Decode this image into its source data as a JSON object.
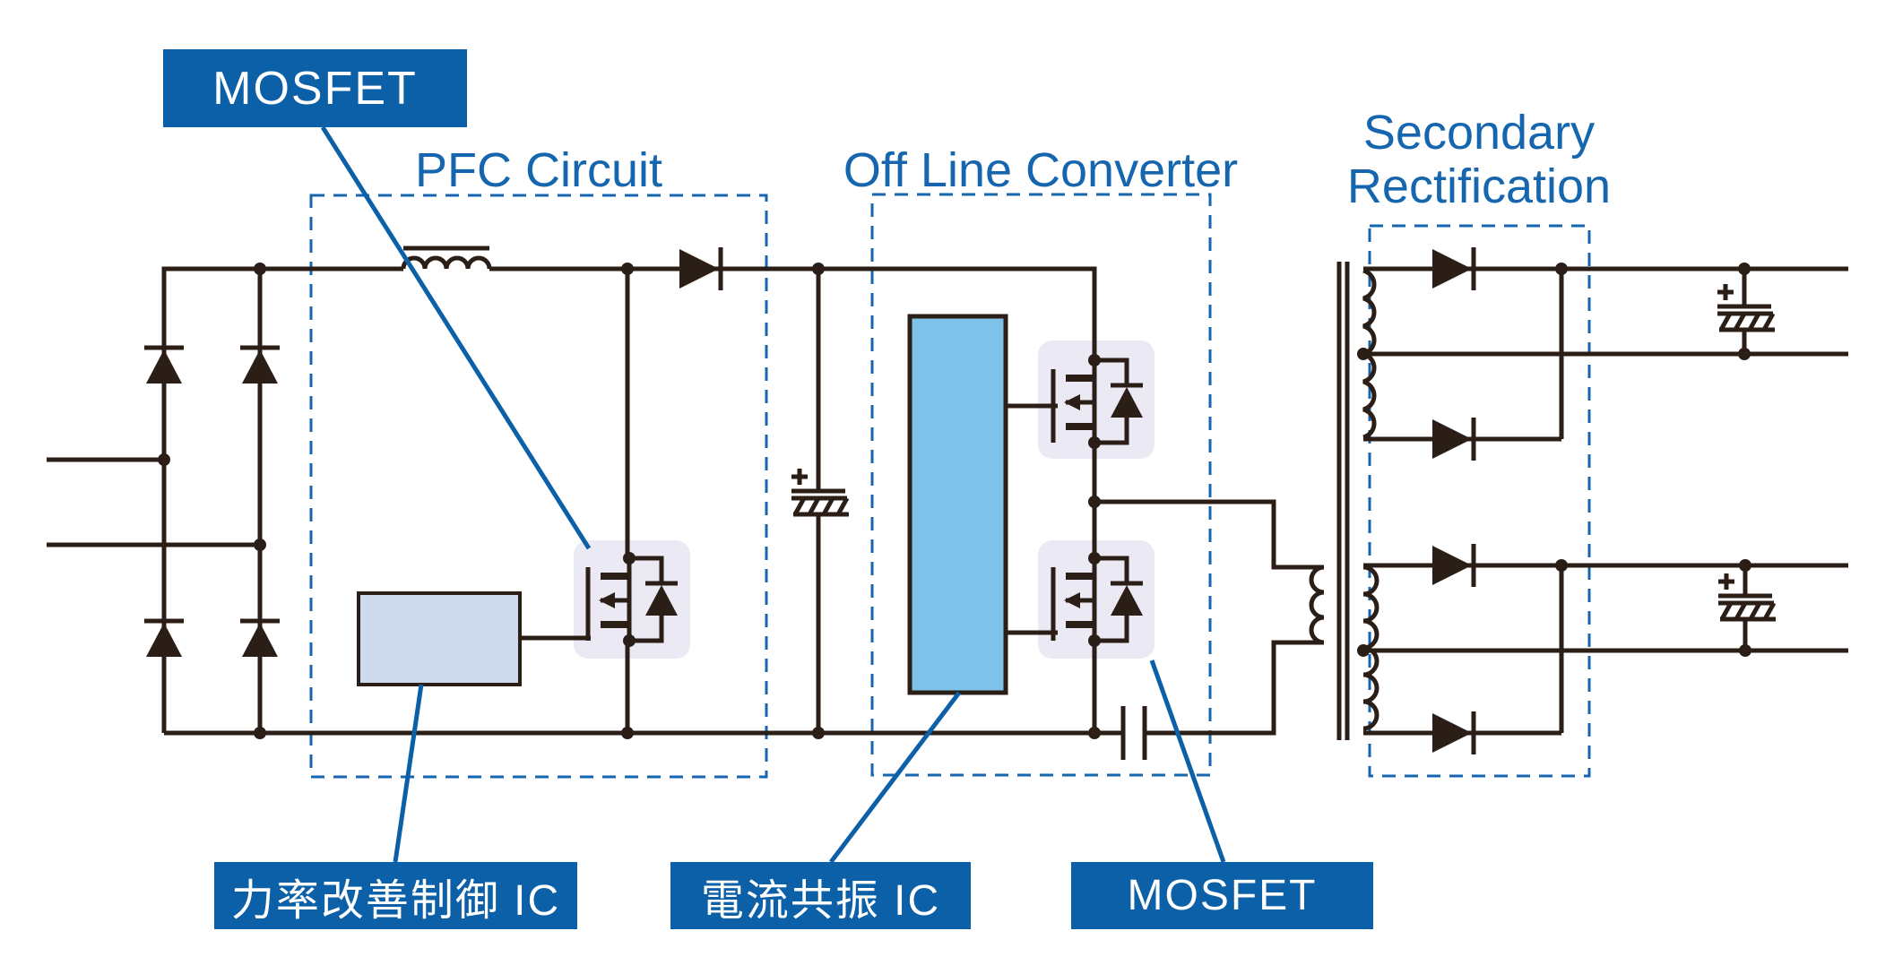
{
  "diagram": {
    "callouts": {
      "mosfet_top": "MOSFET",
      "pfc_ic": "力率改善制御 IC",
      "resonance_ic": "電流共振 IC",
      "mosfet_bottom": "MOSFET"
    },
    "sections": {
      "pfc": "PFC Circuit",
      "offline": "Off Line Converter",
      "secondary_line1": "Secondary",
      "secondary_line2": "Rectification"
    },
    "colors": {
      "callout_bg": "#0c60a8",
      "callout_text": "#ffffff",
      "section_blue": "#1566ae",
      "wire": "#2b1e16",
      "resonance_ic_fill": "#7fc2e9",
      "pfc_ic_fill": "#cdd9ec",
      "mosfet_bg": "#eae9f4"
    }
  }
}
